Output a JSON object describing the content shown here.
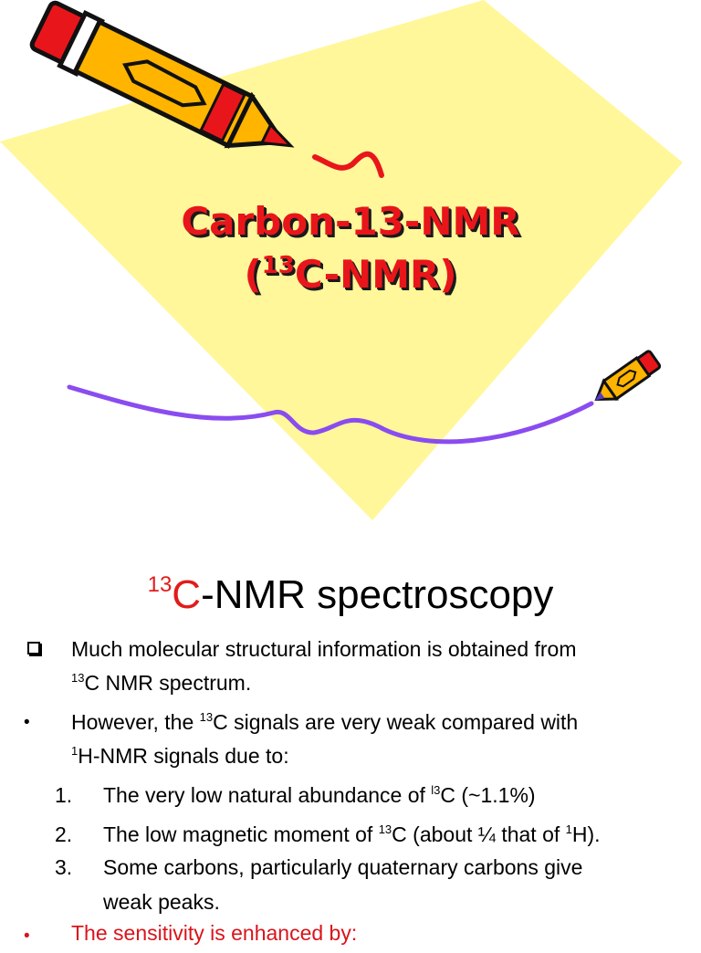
{
  "slide1": {
    "title_line1": "Carbon-13-NMR",
    "title_line2_open": "(",
    "title_line2_sup": "13",
    "title_line2_rest": "C-NMR)",
    "colors": {
      "diamond": "#fff799",
      "title": "#e8161b",
      "wave": "#8a4cf0",
      "pencil_body": "#ffb400",
      "pencil_tip": "#e8161b"
    },
    "icons": [
      "large-pencil-icon",
      "small-pencil-icon"
    ]
  },
  "slide2": {
    "title_sup": "13",
    "title_red": "C",
    "title_rest": "-NMR spectroscopy",
    "bullet1": {
      "marker_icon": "checkbox-bullet-icon",
      "line1": "Much molecular structural information is obtained from",
      "line2_sup": "13",
      "line2_rest": "C NMR spectrum."
    },
    "bullet2": {
      "marker": "•",
      "line1_a": "However, the ",
      "line1_sup": "13",
      "line1_b": "C signals are very weak compared with",
      "line2_sup": "1",
      "line2_rest": "H-NMR signals due to:"
    },
    "list": [
      {
        "num": "1.",
        "text_a": "The very low natural abundance of ",
        "sup": "l3",
        "text_b": "C (~1.1%)"
      },
      {
        "num": "2.",
        "text_a": "The low magnetic moment of ",
        "sup": "13",
        "text_b": "C (about ¼ that of ",
        "sup2": "1",
        "text_c": "H)."
      },
      {
        "num": "3.",
        "line1": "Some carbons, particularly quaternary carbons give",
        "line2": "weak peaks."
      }
    ],
    "bullet3": {
      "marker": "•",
      "text": "The sensitivity is enhanced by:"
    }
  }
}
